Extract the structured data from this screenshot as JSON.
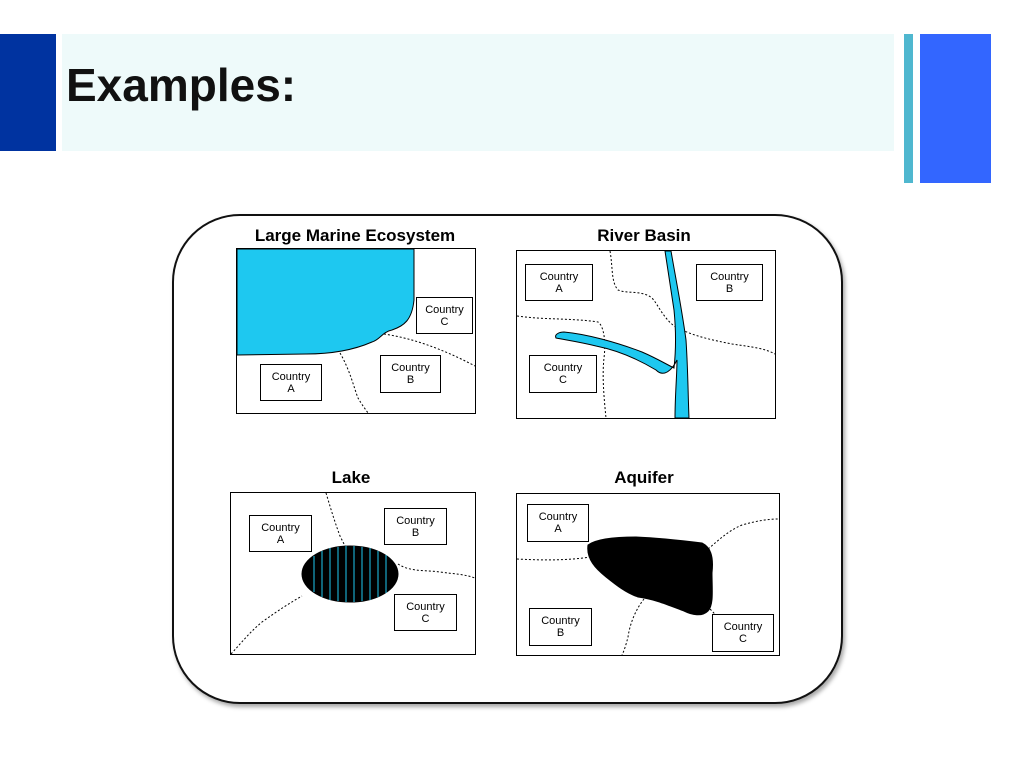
{
  "slide": {
    "title": "Examples:",
    "colors": {
      "left_bar": "#0033a0",
      "title_band": "#eefafa",
      "accent_thin": "#4fb7cf",
      "accent_wide": "#3366ff",
      "water": "#1ec8f0",
      "aquifer": "#000000"
    }
  },
  "panels": [
    {
      "title": "Large Marine Ecosystem",
      "countries": [
        {
          "name": "Country",
          "letter": "C"
        },
        {
          "name": "Country",
          "letter": "B"
        },
        {
          "name": "Country",
          "letter": "A"
        }
      ]
    },
    {
      "title": "River Basin",
      "countries": [
        {
          "name": "Country",
          "letter": "A"
        },
        {
          "name": "Country",
          "letter": "B"
        },
        {
          "name": "Country",
          "letter": "C"
        }
      ]
    },
    {
      "title": "Lake",
      "countries": [
        {
          "name": "Country",
          "letter": "A"
        },
        {
          "name": "Country",
          "letter": "B"
        },
        {
          "name": "Country",
          "letter": "C"
        }
      ]
    },
    {
      "title": "Aquifer",
      "countries": [
        {
          "name": "Country",
          "letter": "A"
        },
        {
          "name": "Country",
          "letter": "B"
        },
        {
          "name": "Country",
          "letter": "C"
        }
      ]
    }
  ]
}
